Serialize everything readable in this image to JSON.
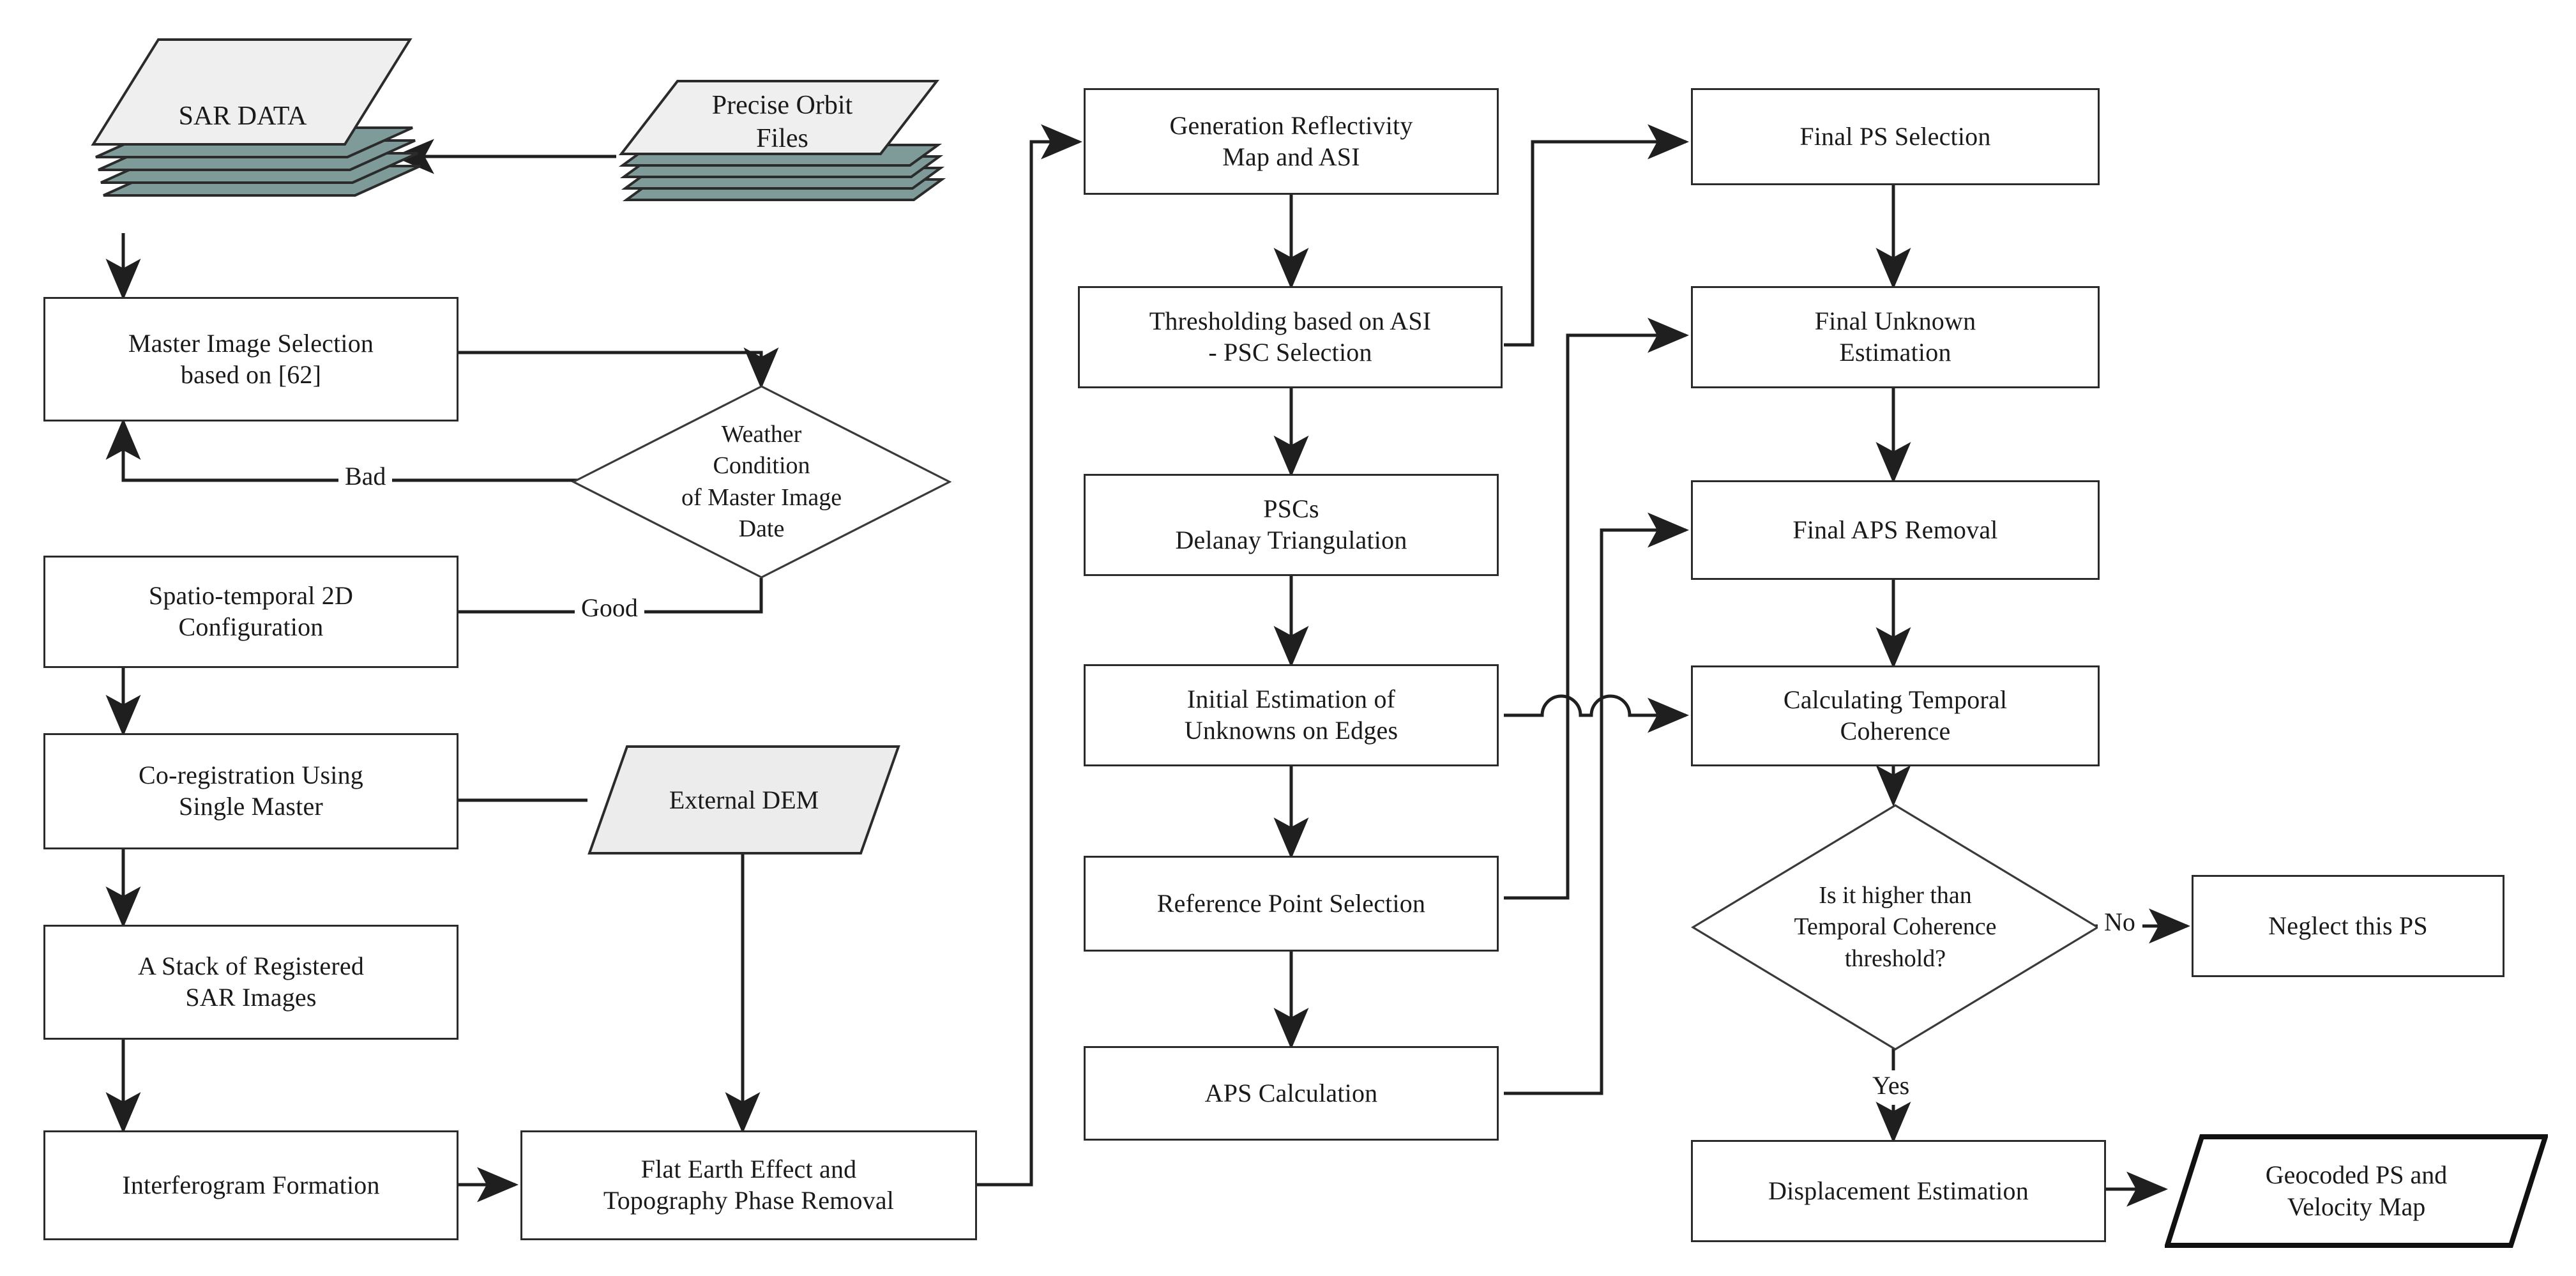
{
  "diagram": {
    "title": "PSInSAR Processing Chain Flowchart",
    "colors": {
      "stroke": "#2b2b2b",
      "fill_white": "#ffffff",
      "fill_gray": "#ececec",
      "stack_side": "#7e9a99",
      "text": "#1a1a1a"
    }
  },
  "nodes": {
    "sar_data": {
      "label": "SAR DATA",
      "shape": "stacked-document"
    },
    "precise_orbit_files": {
      "label": "Precise Orbit\nFiles",
      "line1": "Precise Orbit",
      "line2": "Files",
      "shape": "stacked-document"
    },
    "master_image_selection": {
      "line1": "Master Image Selection",
      "line2": "based on [62]",
      "shape": "process"
    },
    "weather_condition": {
      "line1": "Weather",
      "line2": "Condition",
      "line3": "of Master Image",
      "line4": "Date",
      "shape": "decision"
    },
    "spatio_temporal": {
      "line1": "Spatio-temporal 2D",
      "line2": "Configuration",
      "shape": "process"
    },
    "co_registration": {
      "line1": "Co-registration Using",
      "line2": "Single Master",
      "shape": "process"
    },
    "external_dem": {
      "label": "External DEM",
      "shape": "data"
    },
    "stack_registered": {
      "line1": "A Stack of Registered",
      "line2": "SAR Images",
      "shape": "process"
    },
    "interferogram_formation": {
      "label": "Interferogram Formation",
      "shape": "process"
    },
    "flat_earth": {
      "line1": "Flat Earth Effect and",
      "line2": "Topography Phase Removal",
      "shape": "process"
    },
    "generation_reflectivity": {
      "line1": "Generation Reflectivity",
      "line2": "Map and ASI",
      "shape": "process"
    },
    "thresholding_asi": {
      "line1": "Thresholding based on ASI",
      "line2": "- PSC Selection",
      "shape": "process"
    },
    "pscs_delanay": {
      "line1": "PSCs",
      "line2": "Delanay Triangulation",
      "shape": "process"
    },
    "initial_estimation": {
      "line1": "Initial Estimation of",
      "line2": "Unknowns on Edges",
      "shape": "process"
    },
    "reference_point": {
      "label": "Reference Point Selection",
      "shape": "process"
    },
    "aps_calculation": {
      "label": "APS Calculation",
      "shape": "process"
    },
    "final_ps_selection": {
      "label": "Final PS Selection",
      "shape": "process"
    },
    "final_unknown_estimation": {
      "line1": "Final Unknown",
      "line2": "Estimation",
      "shape": "process"
    },
    "final_aps_removal": {
      "label": "Final APS Removal",
      "shape": "process"
    },
    "calculating_temporal_coherence": {
      "line1": "Calculating Temporal",
      "line2": "Coherence",
      "shape": "process"
    },
    "is_higher_than": {
      "line1": "Is it higher than",
      "line2": "Temporal Coherence",
      "line3": "threshold?",
      "shape": "decision"
    },
    "neglect_this_ps": {
      "label": "Neglect this PS",
      "shape": "process"
    },
    "displacement_estimation": {
      "label": "Displacement Estimation",
      "shape": "process"
    },
    "geocoded_ps": {
      "line1": "Geocoded PS and",
      "line2": "Velocity Map",
      "shape": "data"
    }
  },
  "edge_labels": {
    "bad": "Bad",
    "good": "Good",
    "no": "No",
    "yes": "Yes"
  },
  "edges": [
    {
      "from": "precise_orbit_files",
      "to": "sar_data",
      "label": ""
    },
    {
      "from": "sar_data",
      "to": "master_image_selection",
      "label": ""
    },
    {
      "from": "master_image_selection",
      "to": "weather_condition",
      "label": ""
    },
    {
      "from": "weather_condition",
      "to": "master_image_selection",
      "label": "Bad"
    },
    {
      "from": "weather_condition",
      "to": "spatio_temporal",
      "label": "Good"
    },
    {
      "from": "spatio_temporal",
      "to": "co_registration",
      "label": ""
    },
    {
      "from": "external_dem",
      "to": "co_registration",
      "label": ""
    },
    {
      "from": "co_registration",
      "to": "stack_registered",
      "label": ""
    },
    {
      "from": "stack_registered",
      "to": "interferogram_formation",
      "label": ""
    },
    {
      "from": "interferogram_formation",
      "to": "flat_earth",
      "label": ""
    },
    {
      "from": "external_dem",
      "to": "flat_earth",
      "label": ""
    },
    {
      "from": "flat_earth",
      "to": "generation_reflectivity",
      "label": ""
    },
    {
      "from": "generation_reflectivity",
      "to": "thresholding_asi",
      "label": ""
    },
    {
      "from": "thresholding_asi",
      "to": "pscs_delanay",
      "label": ""
    },
    {
      "from": "thresholding_asi",
      "to": "final_ps_selection",
      "label": ""
    },
    {
      "from": "pscs_delanay",
      "to": "initial_estimation",
      "label": ""
    },
    {
      "from": "initial_estimation",
      "to": "reference_point",
      "label": ""
    },
    {
      "from": "initial_estimation",
      "to": "calculating_temporal_coherence",
      "label": ""
    },
    {
      "from": "reference_point",
      "to": "aps_calculation",
      "label": ""
    },
    {
      "from": "reference_point",
      "to": "final_unknown_estimation",
      "label": ""
    },
    {
      "from": "aps_calculation",
      "to": "final_aps_removal",
      "label": ""
    },
    {
      "from": "final_ps_selection",
      "to": "final_unknown_estimation",
      "label": ""
    },
    {
      "from": "final_unknown_estimation",
      "to": "final_aps_removal",
      "label": ""
    },
    {
      "from": "final_aps_removal",
      "to": "calculating_temporal_coherence",
      "label": ""
    },
    {
      "from": "calculating_temporal_coherence",
      "to": "is_higher_than",
      "label": ""
    },
    {
      "from": "is_higher_than",
      "to": "neglect_this_ps",
      "label": "No"
    },
    {
      "from": "is_higher_than",
      "to": "displacement_estimation",
      "label": "Yes"
    },
    {
      "from": "displacement_estimation",
      "to": "geocoded_ps",
      "label": ""
    }
  ]
}
